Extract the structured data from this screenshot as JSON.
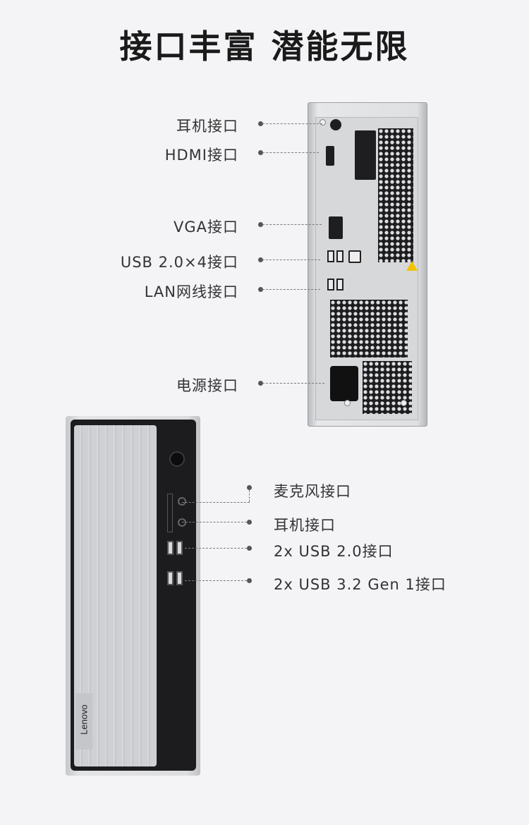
{
  "title": "接口丰富 潜能无限",
  "rear_labels": [
    "耳机接口",
    "HDMI接口",
    "VGA接口",
    "USB 2.0×4接口",
    "LAN网线接口",
    "电源接口"
  ],
  "front_labels": [
    "麦克风接口",
    "耳机接口",
    "2x USB 2.0接口",
    "2x USB 3.2 Gen 1接口"
  ],
  "brand": "Lenovo"
}
